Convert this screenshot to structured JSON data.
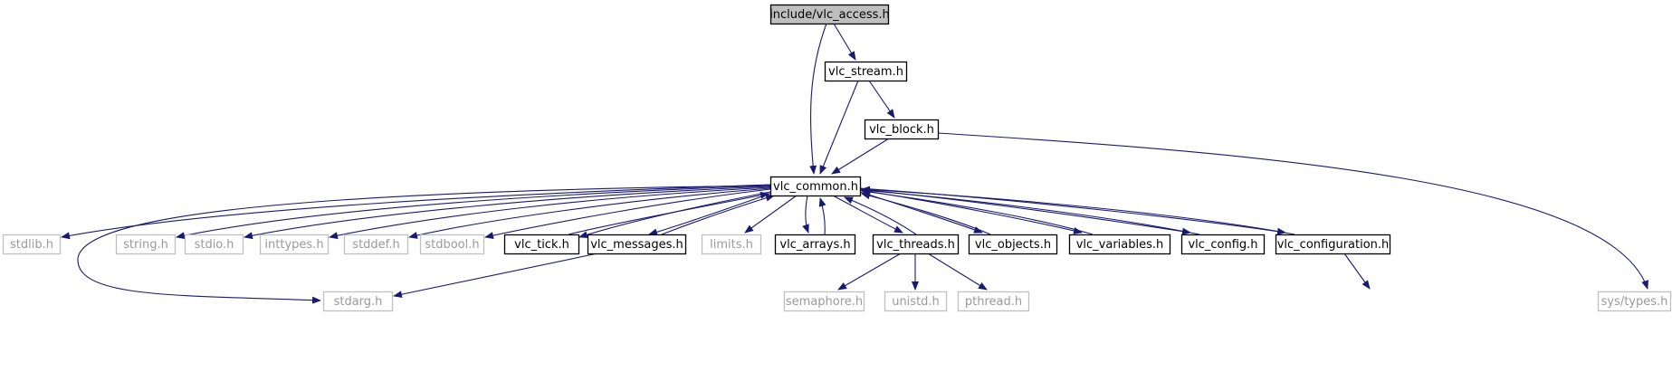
{
  "colors": {
    "edge": "#191970",
    "root_fill": "#bfbfbf",
    "node_border": "#000000",
    "external_border": "#bfbfbf",
    "external_text": "#9a9a9a"
  },
  "nodes": [
    {
      "id": "vlc_access",
      "label": "include/vlc_access.h",
      "kind": "root"
    },
    {
      "id": "vlc_stream",
      "label": "vlc_stream.h",
      "kind": "doc"
    },
    {
      "id": "vlc_block",
      "label": "vlc_block.h",
      "kind": "doc"
    },
    {
      "id": "vlc_common",
      "label": "vlc_common.h",
      "kind": "doc"
    },
    {
      "id": "stdlib",
      "label": "stdlib.h",
      "kind": "sys"
    },
    {
      "id": "string",
      "label": "string.h",
      "kind": "sys"
    },
    {
      "id": "stdio",
      "label": "stdio.h",
      "kind": "sys"
    },
    {
      "id": "inttypes",
      "label": "inttypes.h",
      "kind": "sys"
    },
    {
      "id": "stddef",
      "label": "stddef.h",
      "kind": "sys"
    },
    {
      "id": "stdbool",
      "label": "stdbool.h",
      "kind": "sys"
    },
    {
      "id": "vlc_tick",
      "label": "vlc_tick.h",
      "kind": "doc"
    },
    {
      "id": "vlc_messages",
      "label": "vlc_messages.h",
      "kind": "doc"
    },
    {
      "id": "limits",
      "label": "limits.h",
      "kind": "sys"
    },
    {
      "id": "vlc_arrays",
      "label": "vlc_arrays.h",
      "kind": "doc"
    },
    {
      "id": "vlc_threads",
      "label": "vlc_threads.h",
      "kind": "doc"
    },
    {
      "id": "vlc_objects",
      "label": "vlc_objects.h",
      "kind": "doc"
    },
    {
      "id": "vlc_variables",
      "label": "vlc_variables.h",
      "kind": "doc"
    },
    {
      "id": "vlc_config",
      "label": "vlc_config.h",
      "kind": "doc"
    },
    {
      "id": "vlc_configuration",
      "label": "vlc_configuration.h",
      "kind": "doc"
    },
    {
      "id": "stdarg",
      "label": "stdarg.h",
      "kind": "sys"
    },
    {
      "id": "semaphore",
      "label": "semaphore.h",
      "kind": "sys"
    },
    {
      "id": "unistd",
      "label": "unistd.h",
      "kind": "sys"
    },
    {
      "id": "pthread",
      "label": "pthread.h",
      "kind": "sys"
    },
    {
      "id": "sys_types",
      "label": "sys/types.h",
      "kind": "sys"
    }
  ],
  "edges": [
    [
      "vlc_access",
      "vlc_stream"
    ],
    [
      "vlc_access",
      "vlc_common"
    ],
    [
      "vlc_stream",
      "vlc_common"
    ],
    [
      "vlc_stream",
      "vlc_block"
    ],
    [
      "vlc_block",
      "vlc_common"
    ],
    [
      "vlc_block",
      "sys_types"
    ],
    [
      "vlc_common",
      "stdlib"
    ],
    [
      "vlc_common",
      "string"
    ],
    [
      "vlc_common",
      "stdio"
    ],
    [
      "vlc_common",
      "inttypes"
    ],
    [
      "vlc_common",
      "stddef"
    ],
    [
      "vlc_common",
      "stdbool"
    ],
    [
      "vlc_common",
      "vlc_tick"
    ],
    [
      "vlc_common",
      "vlc_messages"
    ],
    [
      "vlc_common",
      "limits"
    ],
    [
      "vlc_common",
      "vlc_arrays"
    ],
    [
      "vlc_common",
      "vlc_threads"
    ],
    [
      "vlc_common",
      "vlc_objects"
    ],
    [
      "vlc_common",
      "vlc_variables"
    ],
    [
      "vlc_common",
      "vlc_config"
    ],
    [
      "vlc_common",
      "vlc_configuration"
    ],
    [
      "vlc_common",
      "stdarg"
    ],
    [
      "vlc_tick",
      "vlc_common"
    ],
    [
      "vlc_messages",
      "vlc_common"
    ],
    [
      "vlc_messages",
      "stdarg"
    ],
    [
      "vlc_arrays",
      "vlc_common"
    ],
    [
      "vlc_threads",
      "vlc_common"
    ],
    [
      "vlc_threads",
      "semaphore"
    ],
    [
      "vlc_threads",
      "unistd"
    ],
    [
      "vlc_threads",
      "pthread"
    ],
    [
      "vlc_objects",
      "vlc_common"
    ],
    [
      "vlc_variables",
      "vlc_common"
    ],
    [
      "vlc_config",
      "vlc_common"
    ],
    [
      "vlc_configuration",
      "vlc_common"
    ],
    [
      "vlc_configuration",
      "sys_types"
    ]
  ]
}
